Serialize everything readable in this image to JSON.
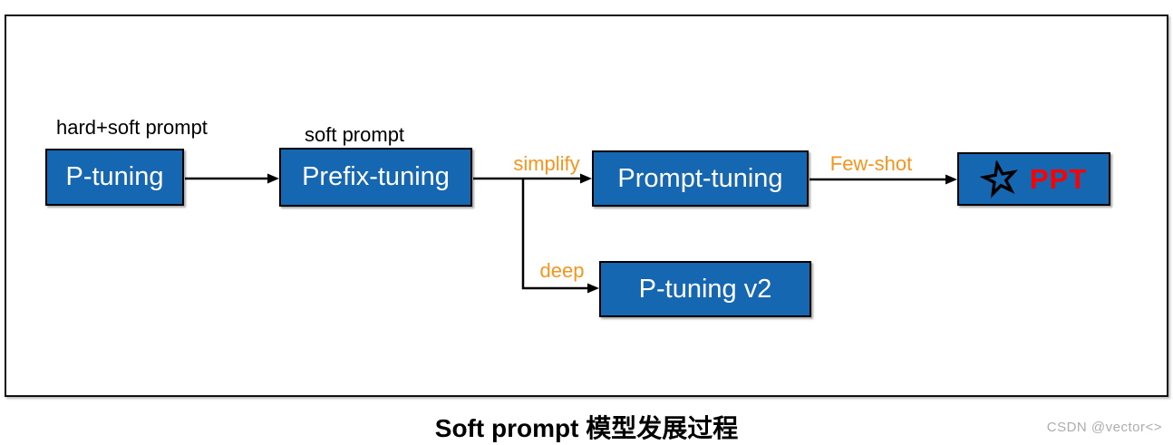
{
  "nodes": {
    "p_tuning": {
      "label": "P-tuning",
      "annotation": "hard+soft prompt"
    },
    "prefix_tuning": {
      "label": "Prefix-tuning",
      "annotation": "soft prompt"
    },
    "prompt_tuning": {
      "label": "Prompt-tuning"
    },
    "p_tuning_v2": {
      "label": "P-tuning v2"
    },
    "ppt": {
      "label": "PPT",
      "icon": "star-icon"
    }
  },
  "edges": {
    "prefix_tuning_to_prompt_tuning": {
      "label": "simplify"
    },
    "prefix_tuning_to_p_tuning_v2": {
      "label": "deep"
    },
    "prompt_tuning_to_ppt": {
      "label": "Few-shot"
    }
  },
  "caption": "Soft prompt 模型发展过程",
  "watermark": "CSDN @vector<>",
  "colors": {
    "node_fill": "#1467B0",
    "node_border": "#000000",
    "node_text": "#FFFFFF",
    "edge_line": "#000000",
    "edge_label": "#F7941D",
    "ppt_text": "#FF0000",
    "watermark": "#ADADAD"
  }
}
